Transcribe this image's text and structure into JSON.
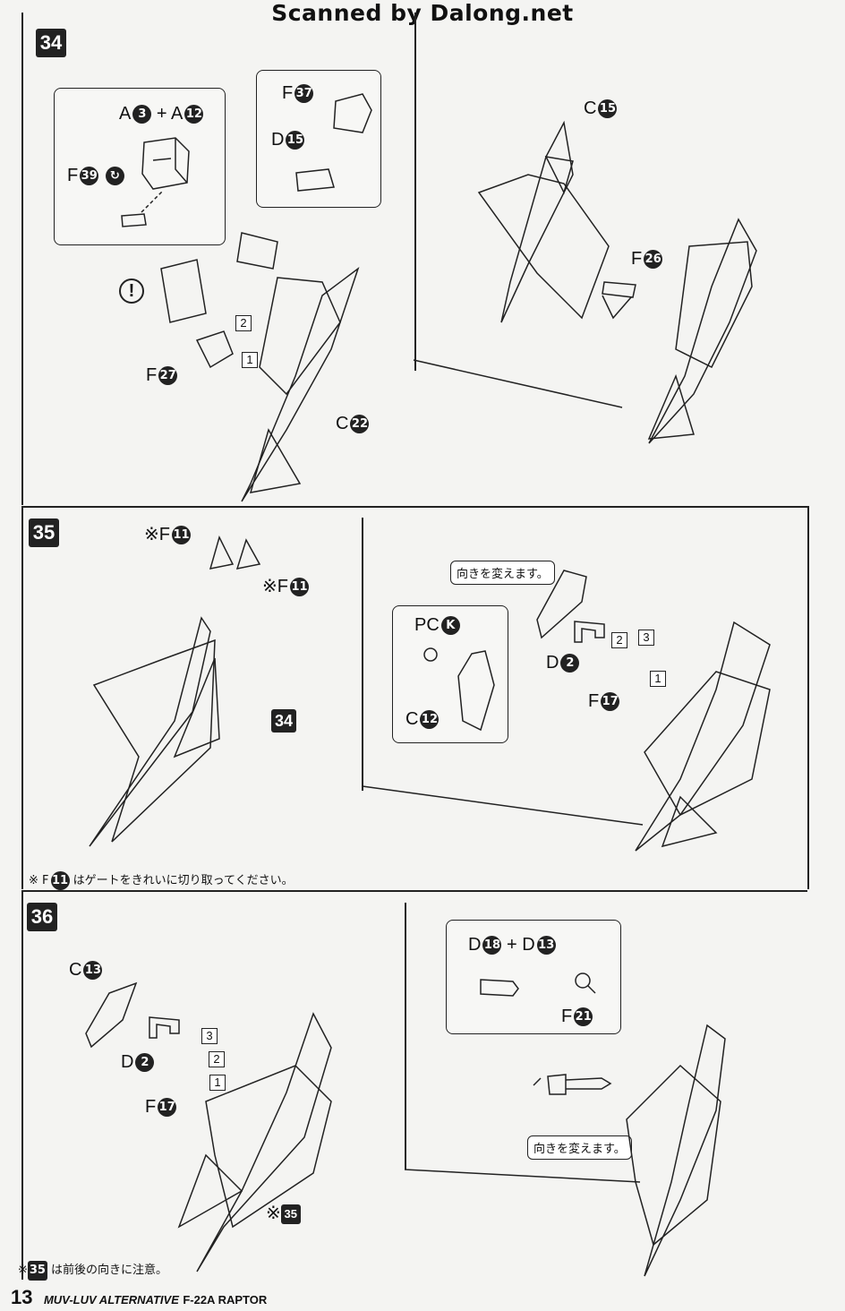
{
  "watermark": "Scanned by Dalong.net",
  "steps": {
    "s34": {
      "number": "34",
      "inset1": {
        "part_a": "A",
        "num_a": "3",
        "plus": "+",
        "part_b": "A",
        "num_b": "12",
        "part_f": "F",
        "num_f": "39"
      },
      "inset2": {
        "part_f": "F",
        "num_f": "37",
        "part_d": "D",
        "num_d": "15"
      },
      "warning_mark": "!",
      "order_2": "2",
      "order_1": "1",
      "label_f": "F",
      "num_f27": "27",
      "label_c": "C",
      "num_c22": "22",
      "right": {
        "label_c": "C",
        "num_c15": "15",
        "label_f": "F",
        "num_f26": "26"
      }
    },
    "s35": {
      "number": "35",
      "f11_top": "※F",
      "num_11a": "11",
      "f11_right": "※F",
      "num_11b": "11",
      "ref_step": "34",
      "bubble": "向きを変えます。",
      "inset": {
        "label_pc": "PC",
        "pc_k": "K",
        "label_c": "C",
        "num_c12": "12"
      },
      "label_d": "D",
      "num_d2": "2",
      "label_f": "F",
      "num_f17": "17",
      "order_1": "1",
      "order_2": "2",
      "order_3": "3",
      "note_prefix": "※ F",
      "note_num": "11",
      "note_text": "はゲートをきれいに切り取ってください。"
    },
    "s36": {
      "number": "36",
      "label_c": "C",
      "num_c13": "13",
      "label_d": "D",
      "num_d2": "2",
      "label_f": "F",
      "num_f17": "17",
      "order_1": "1",
      "order_2": "2",
      "order_3": "3",
      "ref_prefix": "※",
      "ref_step": "35",
      "inset": {
        "label_d1": "D",
        "num_d18": "18",
        "plus": "+",
        "label_d2": "D",
        "num_d13": "13",
        "label_f": "F",
        "num_f21": "21"
      },
      "bubble": "向きを変えます。",
      "note_prefix": "※",
      "note_num": "35",
      "note_text": "は前後の向きに注意。"
    }
  },
  "footer": {
    "page": "13",
    "series": "MUV-LUV ALTERNATIVE",
    "model": "F-22A RAPTOR"
  }
}
